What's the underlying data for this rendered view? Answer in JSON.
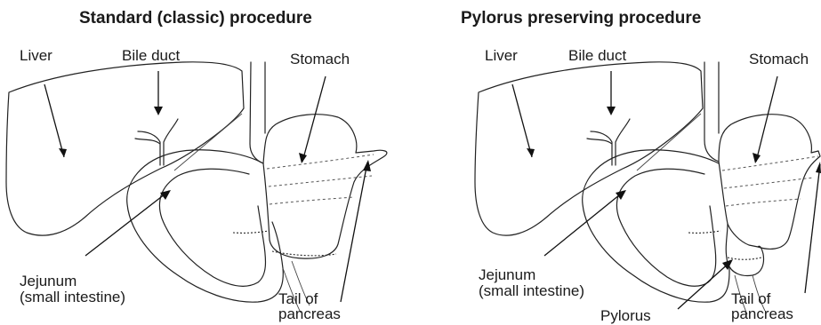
{
  "left_panel": {
    "title": "Standard (classic) procedure",
    "labels": {
      "liver": "Liver",
      "bile_duct": "Bile duct",
      "stomach": "Stomach",
      "jejunum_line1": "Jejunum",
      "jejunum_line2": "(small intestine)",
      "tail_line1": "Tail of",
      "tail_line2": "pancreas"
    }
  },
  "right_panel": {
    "title": "Pylorus preserving procedure",
    "labels": {
      "liver": "Liver",
      "bile_duct": "Bile duct",
      "stomach": "Stomach",
      "jejunum_line1": "Jejunum",
      "jejunum_line2": "(small intestine)",
      "tail_line1": "Tail of",
      "tail_line2": "pancreas",
      "pylorus": "Pylorus"
    }
  }
}
